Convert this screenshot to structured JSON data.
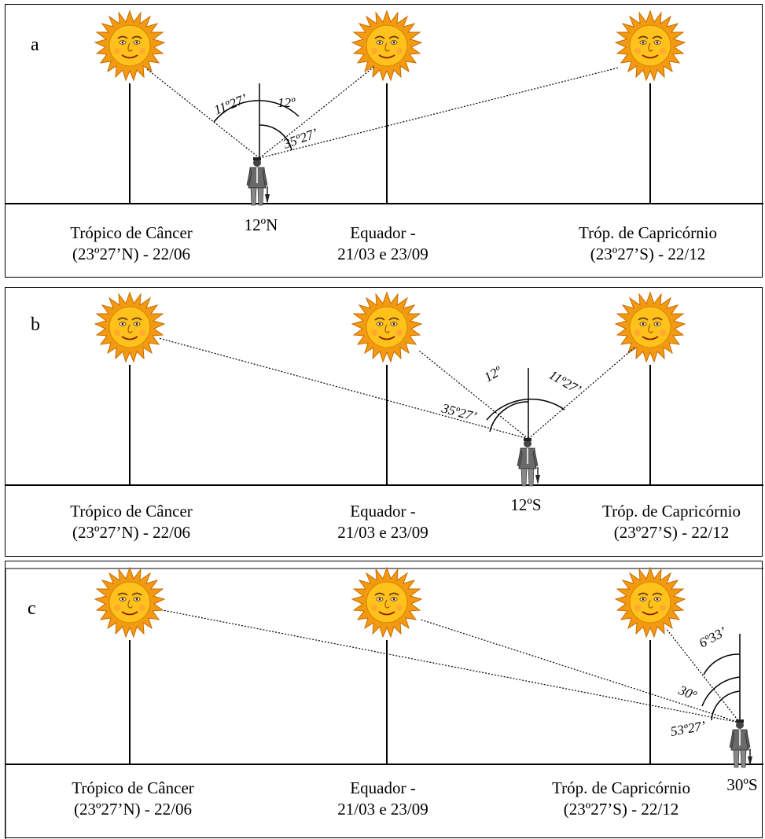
{
  "colors": {
    "sun_rays": "#f39a13",
    "sun_face": "#ffc21c",
    "ink": "#000000",
    "person": "#555555"
  },
  "icons": [
    "sun-face-icon",
    "person-with-umbrella-icon"
  ],
  "panels": [
    {
      "letter": "a",
      "locations": [
        {
          "line1": "Trópico de Câncer",
          "line2": "(23º27’N) - 22/06"
        },
        {
          "line1": "Equador -",
          "line2": "21/03  e 23/09"
        },
        {
          "line1": "Tróp. de Capricórnio",
          "line2": "(23º27’S) - 22/12"
        }
      ],
      "observer_label": "12ºN",
      "angles": [
        "11º27’",
        "12º",
        "35º27’"
      ]
    },
    {
      "letter": "b",
      "locations": [
        {
          "line1": "Trópico de Câncer",
          "line2": "(23º27’N) - 22/06"
        },
        {
          "line1": "Equador -",
          "line2": "21/03  e 23/09"
        },
        {
          "line1": "Tróp. de Capricórnio",
          "line2": "(23º27’S) - 22/12"
        }
      ],
      "observer_label": "12ºS",
      "angles": [
        "12º",
        "11º27’",
        "35º27’"
      ]
    },
    {
      "letter": "c",
      "locations": [
        {
          "line1": "Trópico de Câncer",
          "line2": "(23º27’N) - 22/06"
        },
        {
          "line1": "Equador -",
          "line2": "21/03  e 23/09"
        },
        {
          "line1": "Tróp. de Capricórnio",
          "line2": "(23º27’S) - 22/12"
        }
      ],
      "observer_label": "30ºS",
      "angles": [
        "6º33’",
        "30º",
        "53º27’"
      ]
    }
  ]
}
